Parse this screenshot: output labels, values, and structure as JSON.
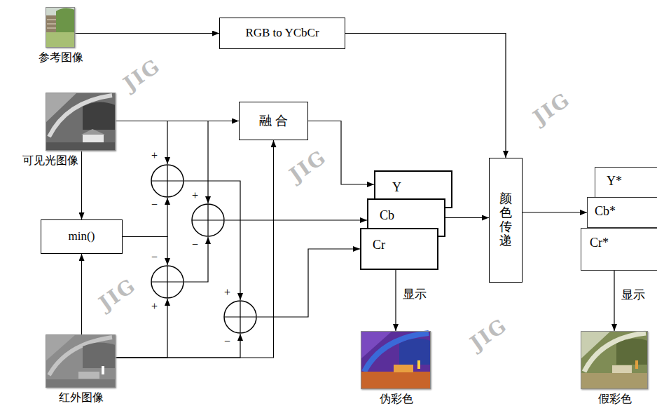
{
  "diagram": {
    "nodes": [
      {
        "text": [
          "参考图像"
        ]
      },
      {
        "text": [
          "RGB to YCbCr"
        ]
      },
      {
        "text": [
          "可见光图像"
        ]
      },
      {
        "text": [
          "融 合"
        ]
      },
      {
        "text": [
          "min()"
        ]
      },
      {
        "text": []
      },
      {
        "text": []
      },
      {
        "text": []
      },
      {
        "text": []
      },
      {
        "text": [
          "Y"
        ]
      },
      {
        "text": [
          "Cb"
        ]
      },
      {
        "text": [
          "Cr"
        ]
      },
      {
        "text": [
          "颜色传递"
        ]
      },
      {
        "text": [
          "Y*"
        ]
      },
      {
        "text": [
          "Cb*"
        ]
      },
      {
        "text": [
          "Cr*"
        ]
      },
      {
        "text": [
          "红外图像"
        ]
      },
      {
        "text": [
          "伪彩色"
        ]
      },
      {
        "text": [
          "假彩色"
        ]
      }
    ],
    "edges": [
      {
        "from": 0,
        "to": 1,
        "arrow": "to"
      },
      {
        "from": 1,
        "to": 12,
        "arrow": "to"
      },
      {
        "from": 2,
        "to": 3,
        "arrow": "to"
      },
      {
        "from": 2,
        "to": 5,
        "arrow": "to"
      },
      {
        "from": 2,
        "to": 6,
        "arrow": "to"
      },
      {
        "from": 2,
        "to": 4,
        "arrow": "to"
      },
      {
        "from": 16,
        "to": 4,
        "arrow": "to"
      },
      {
        "from": 4,
        "to": 5,
        "arrow": "to"
      },
      {
        "from": 4,
        "to": 7,
        "arrow": "to"
      },
      {
        "from": 16,
        "to": 7,
        "arrow": "to"
      },
      {
        "from": 16,
        "to": 8,
        "arrow": "to"
      },
      {
        "from": 16,
        "to": 3,
        "arrow": "to"
      },
      {
        "from": 5,
        "to": 8,
        "arrow": "to"
      },
      {
        "from": 7,
        "to": 6,
        "arrow": "to"
      },
      {
        "from": 6,
        "to": 10,
        "arrow": "to"
      },
      {
        "from": 8,
        "to": 11,
        "arrow": "to"
      },
      {
        "from": 3,
        "to": 9,
        "arrow": "to"
      },
      {
        "from": 10,
        "to": 12,
        "arrow": "to"
      },
      {
        "from": 12,
        "to": 14,
        "arrow": "to"
      },
      {
        "from": 11,
        "to": 17,
        "label": "显示",
        "arrow": "to"
      },
      {
        "from": 15,
        "to": 18,
        "label": "显示",
        "arrow": "to"
      }
    ],
    "labels": [
      "+",
      "−",
      "+",
      "−",
      "−",
      "+",
      "+",
      "−",
      "JIG",
      "JIG",
      "JIG",
      "JIG",
      "JIG"
    ]
  }
}
